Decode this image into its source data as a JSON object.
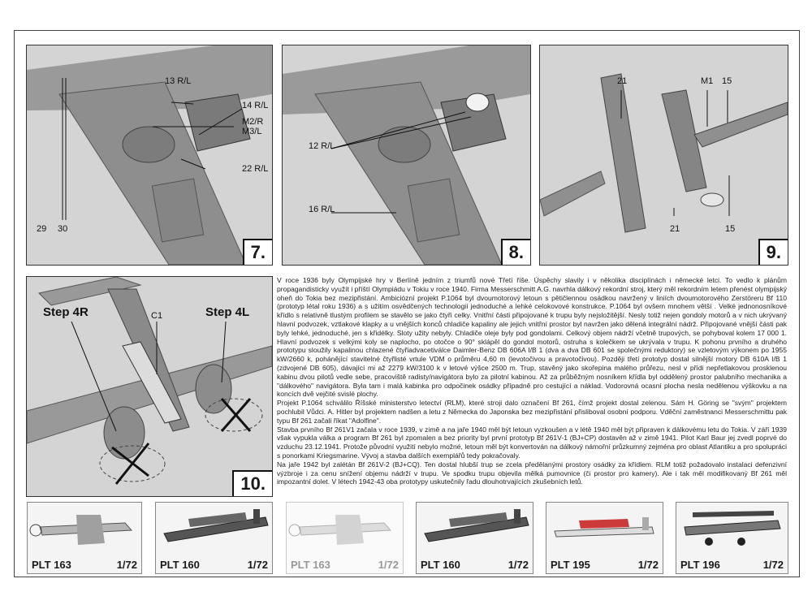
{
  "panels": [
    {
      "step": "7.",
      "labels": {
        "a": "13 R/L",
        "b": "14 R/L",
        "c": "M2/R",
        "d": "M3/L",
        "e": "22 R/L",
        "f": "29",
        "g": "30"
      }
    },
    {
      "step": "8.",
      "labels": {
        "a": "12 R/L",
        "b": "16 R/L"
      }
    },
    {
      "step": "9.",
      "labels": {
        "a": "21",
        "b": "M1",
        "c": "15",
        "d": "21",
        "e": "15"
      }
    },
    {
      "step": "10.",
      "labels": {
        "a": "Step 4R",
        "b": "C1",
        "c": "Step 4L"
      }
    }
  ],
  "text": {
    "paragraphs": [
      "V roce 1936 byly Olympijské hry v Berlíně jedním z triumfů nové Třetí říše. Úspěchy slavily i v několika disciplínách i německé letci. To vedlo k plánům propagandisticky využít i příští Olympiádu v Tokiu v roce 1940. Firma Messerschmitt A.G. navrhla dálkový rekordní stroj, který měl rekordním letem přenést olympijský oheň do Tokia bez mezipřistání. Ambiciózní projekt P.1064 byl dvoumotorový letoun s pětičlennou osádkou navržený v liniích dvoumotorového Zerstöreru Bf 110 (prototyp létal roku 1936) a s užitím osvědčených technologií jednoduché a lehké celokovové konstrukce. P.1064 byl ovšem mnohem větší . Velké jednonosníkové křídlo s relativně tlustým profilem se stavělo se jako čtyři celky. Vnitřní části připojované k trupu byly nejsložitější. Nesly totiž nejen gondoly motorů a v nich ukrývaný hlavní podvozek, vztlakové klapky a u vnějších konců chladiče kapaliny ale jejich vnitřní prostor byl navržen jako dělená integrální nádrž. Připojované vnější části pak byly lehké, jednoduché, jen s křidélky. Sloty užity nebyly. Chladiče oleje byly pod gondolami. Celkový objem nádrží včetně trupových, se pohyboval kolem 17 000 1. Hlavní podvozek s velkými koly se naplocho, po otočce o 90° sklápěl do gondol motorů, ostruha s kolečkem se ukrývala v trupu. K pohonu prvního a druhého prototypu sloužily kapalinou chlazené čtyřiadvacetiválce Daimler-Benz DB 606A I/B 1 (dva a dva DB 601 se společnými reduktory) se vzletovým výkonem po 1955 kW/2660 k, pohánějící stavitelné čtyřlisté vrtule VDM o průměru 4,60 m (levotočivou a pravotočivou). Později třetí prototyp dostal silnější motory DB 610A I/B 1 (zdvojené DB 605), dávající mi až 2279 kW/3100 k v letové výšce 2500 m. Trup, stavěný jako skořepina malého průřezu, nesl v přídi nepřetlakovou proskleno­u kabinu dvou pilotů vedle sebe, pracoviště radisty/navigátora bylo za pilotní kabinou. Až za průběžným nosníkem křídla byl oddělený prostor palubního mechanika a \"dálkového\" navigátora. Byla tam i malá kabinka pro odpočinek osádky případně pro cestující a náklad. Vodorovná ocasní plocha nesla nedělenou výškovku a na koncích dvě vejčité svislé plochy.",
      "Projekt P.1064 schválilo Říšské ministerstvo letectví (RLM), které stroji dalo označení Bf 261, čímž projekt dostal zelenou. Sám H. Göring se \"svým\" projektem pochlubil Vůdci. A. Hitler byl projektem nadšen a letu z Německa do Japonska bez mezipřistání přisliboval osobní podporu. Vděční zaměstnanci Messerschmittu pak typu Bf 261 začali říkat \"Adolfine\".",
      "Stavba prvního Bf 261V1 začala v roce 1939, v zimě a na jaře 1940 měl být letoun vyzkoušen a v létě 1940 měl být připraven k dálkovému letu do Tokia. V září 1939 však vypukla válka a program Bf 261 byl zpomalen a bez priority byl první prototyp Bf 261V-1 (BJ+CP) dostavěn až v zimě 1941. Pilot Karl Baur jej zvedl poprvé do vzduchu 23.12.1941. Protože původní využití nebylo možné, letoun měl být konvertován na dálkový námořní průzkumný zejména pro oblast Atlantiku a pro spolupráci s ponorkami Kriegsmarine. Vývoj a stavba dalších exemplářů tedy pokračovaly.",
      "Na jaře 1942 byl zalétán Bf 261V-2 (BJ+CQ). Ten dostal hlubší trup se zcela předělanými prostory osádky za křídlem. RLM totiž požadovalo instalaci defenzivní výzbroje i za cenu snížení objemu nádrží v trupu. Ve spodku trupu objevila mělká pumovnice (či prostor pro kamery). Ale i tak měl modifikovaný Bf 261 měl impozantní dolet. V létech 1942-43 oba prototypy uskutečnily řadu dlouhotrvajících zkušebních letů."
    ]
  },
  "thumbnails": [
    {
      "code": "PLT 163",
      "scale": "1/72",
      "faded": false
    },
    {
      "code": "PLT 160",
      "scale": "1/72",
      "faded": false
    },
    {
      "code": "PLT 163",
      "scale": "1/72",
      "faded": true
    },
    {
      "code": "PLT 160",
      "scale": "1/72",
      "faded": false
    },
    {
      "code": "PLT 195",
      "scale": "1/72",
      "faded": false
    },
    {
      "code": "PLT 196",
      "scale": "1/72",
      "faded": false
    }
  ]
}
